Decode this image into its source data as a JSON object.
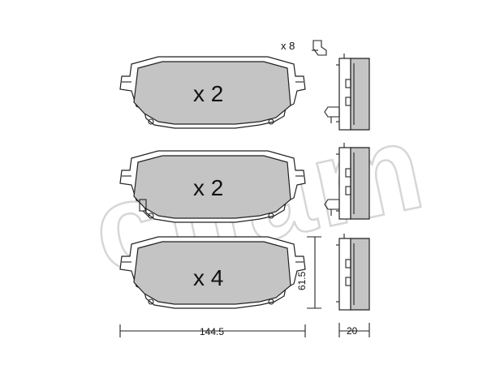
{
  "watermark": "cifam",
  "hardware": {
    "label": "x 8",
    "icon": "clip-icon"
  },
  "pads": [
    {
      "quantity": "x 2"
    },
    {
      "quantity": "x 2"
    },
    {
      "quantity": "x 4"
    }
  ],
  "dimensions": {
    "width": "144.5",
    "height": "61.5",
    "thickness": "20"
  },
  "colors": {
    "pad_fill": "#c4c4c4",
    "watermark": "#d6d6d6"
  }
}
